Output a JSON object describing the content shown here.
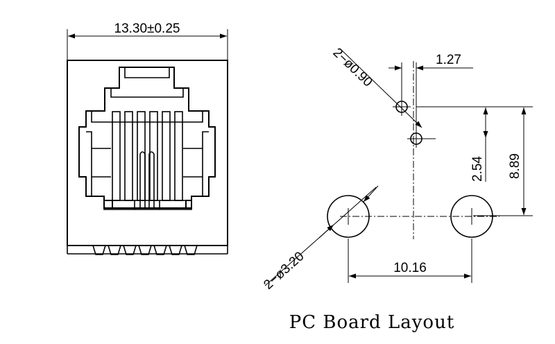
{
  "dimensions": {
    "overall_width": "13.30±0.25",
    "small_hole": "2−ø0.90",
    "hole_offset": "1.27",
    "row_spacing": "2.54",
    "post_offset": "8.89",
    "post_spacing": "10.16",
    "large_hole": "2−ø3.20"
  },
  "caption": "PC Board Layout"
}
